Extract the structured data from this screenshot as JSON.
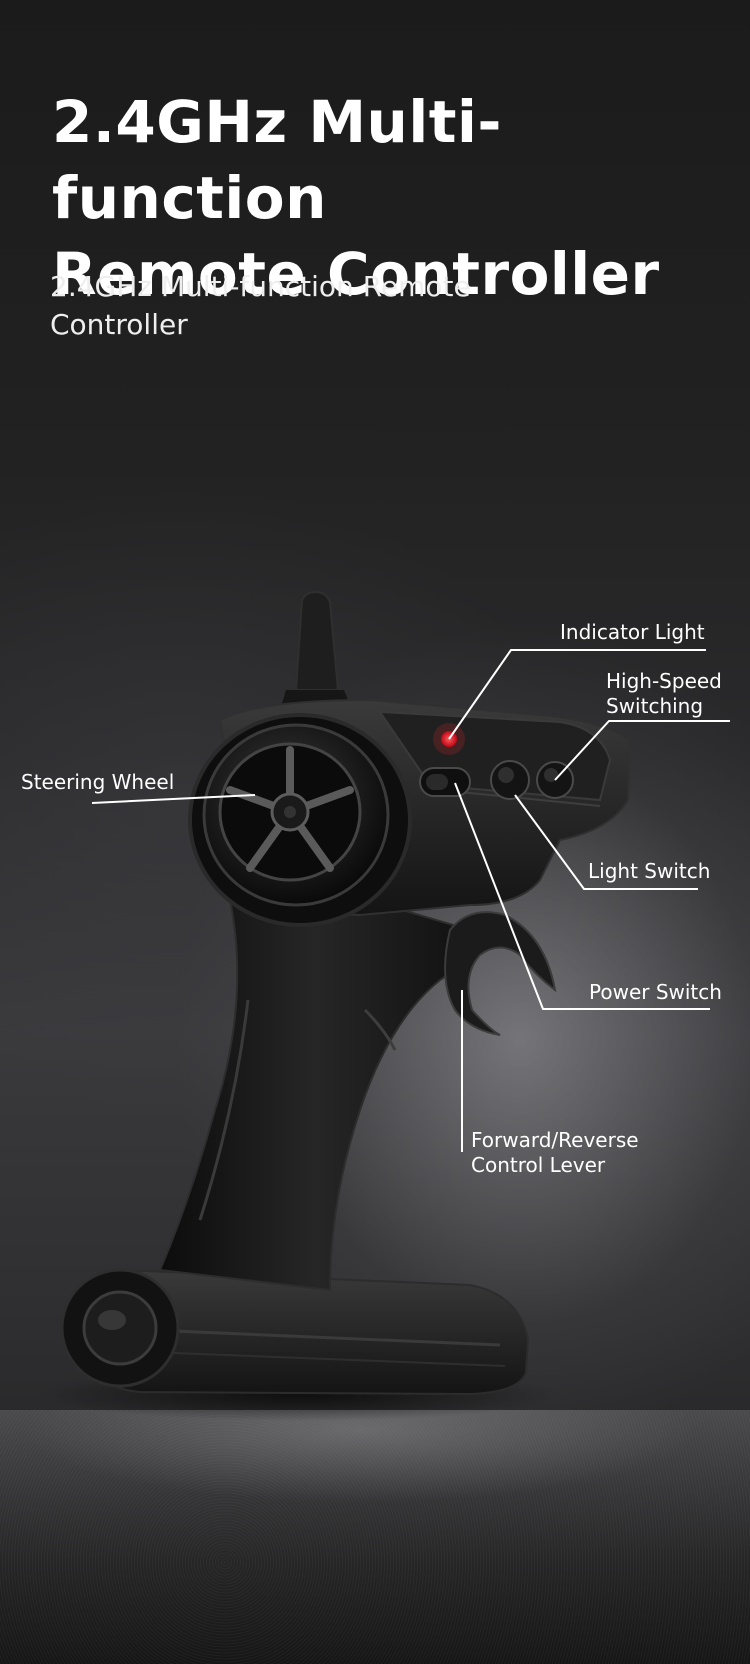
{
  "header": {
    "title_line1": "2.4GHz Multi-function",
    "title_line2": "Remote Controller",
    "subtitle": "2.4GHz Multi-function Remote Controller"
  },
  "callouts": {
    "indicator_light": "Indicator Light",
    "high_speed_line1": "High-Speed",
    "high_speed_line2": "Switching",
    "steering_wheel": "Steering Wheel",
    "light_switch": "Light Switch",
    "power_switch": "Power Switch",
    "lever_line1": "Forward/Reverse",
    "lever_line2": "Control Lever"
  },
  "colors": {
    "indicator_led": "#e0202a",
    "label_text": "#ffffff",
    "leader_line": "#ffffff"
  }
}
